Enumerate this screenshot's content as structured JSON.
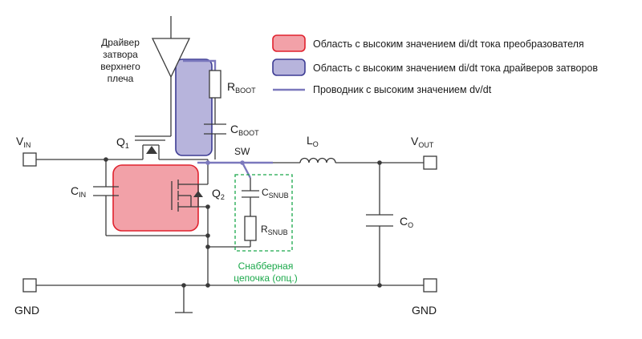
{
  "colors": {
    "converter_loop_fill": "#f2a1a8",
    "converter_loop_stroke": "#e0222e",
    "driver_loop_fill": "#b7b4dc",
    "driver_loop_stroke": "#3d3c94",
    "dvdt_conductor": "#7b78bd",
    "snubber": "#1aa84a",
    "wire": "#3a3a3a"
  },
  "legend": {
    "converter_loop": "Область с высоким значением di/dt тока преобразователя",
    "driver_loop": "Область с высоким значением di/dt тока драйверов затворов",
    "dvdt_conductor": "Проводник с высоким значением dv/dt"
  },
  "driver": {
    "line1": "Драйвер",
    "line2": "затвора",
    "line3": "верхнего",
    "line4": "плеча"
  },
  "labels": {
    "vin_main": "V",
    "vin_sub": "IN",
    "vout_main": "V",
    "vout_sub": "OUT",
    "gnd_left": "GND",
    "gnd_right": "GND",
    "q1_main": "Q",
    "q1_sub": "1",
    "q2_main": "Q",
    "q2_sub": "2",
    "cin_main": "C",
    "cin_sub": "IN",
    "rboot_main": "R",
    "rboot_sub": "BOOT",
    "cboot_main": "C",
    "cboot_sub": "BOOT",
    "sw": "SW",
    "lo_main": "L",
    "lo_sub": "O",
    "co_main": "C",
    "co_sub": "O",
    "csnub_main": "C",
    "csnub_sub": "SNUB",
    "rsnub_main": "R",
    "rsnub_sub": "SNUB",
    "snubber_line1": "Снабберная",
    "snubber_line2": "цепочка (опц.)"
  }
}
